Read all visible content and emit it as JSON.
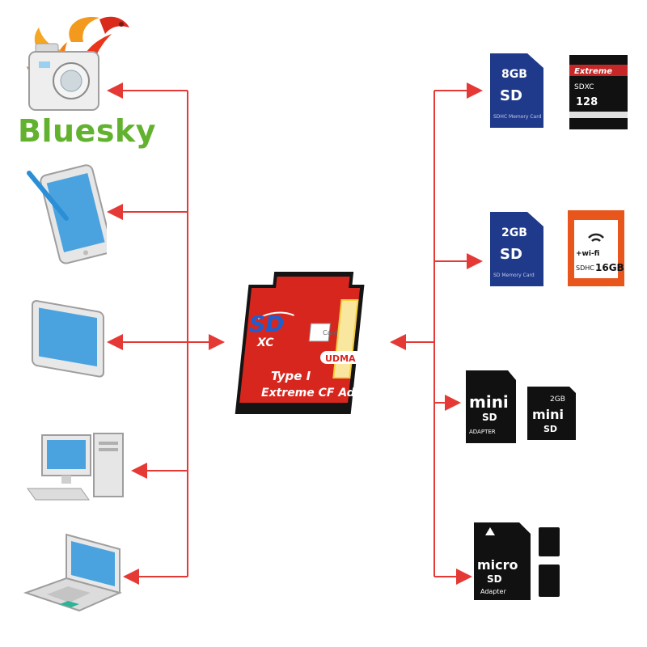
{
  "brand": {
    "name": "Bluesky"
  },
  "adapter": {
    "badge": "SD",
    "badge_sub": "XC",
    "type_label": "Type I",
    "name": "Extreme CF Adapter",
    "udma": "UDMA",
    "slot_label": "Card"
  },
  "cards": {
    "sdhc_8gb": {
      "capacity": "8GB",
      "label": "SDHC Memory Card"
    },
    "extreme_128": {
      "brand": "Extreme",
      "capacity": "128",
      "class": "SDXC"
    },
    "sd_2gb": {
      "capacity": "2GB",
      "label": "SD Memory Card"
    },
    "wifi_sd": {
      "line1": "+wi-fi",
      "line2": "SDHC",
      "capacity": "16GB"
    },
    "minisd_adapter": {
      "logo": "mini",
      "sub": "SD",
      "label": "ADAPTER"
    },
    "minisd_2gb": {
      "capacity": "2GB",
      "logo": "mini",
      "sub": "SD"
    },
    "microsd_adapter": {
      "logo": "micro",
      "sub": "SD",
      "label": "Adapter"
    }
  },
  "colors": {
    "arrow": "#e53935",
    "brand": "#62b230",
    "adapter": "#d7261e"
  },
  "icons": {
    "left": [
      "camera-icon",
      "tablet-icon",
      "monitor-icon",
      "desktop-pc-icon",
      "laptop-icon"
    ],
    "right": [
      "sd-card-icon",
      "minisd-card-icon",
      "microsd-card-icon"
    ]
  }
}
